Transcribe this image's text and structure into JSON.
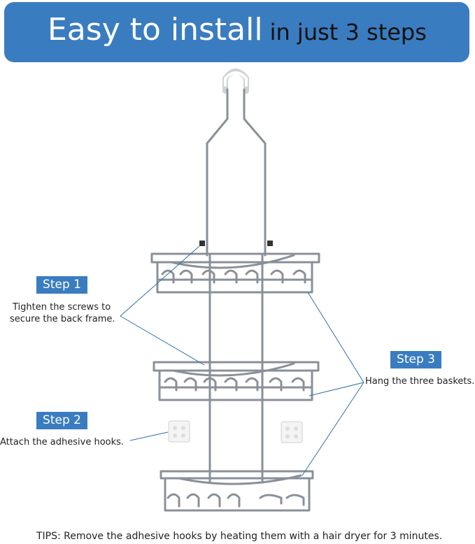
{
  "header": {
    "title_main": "Easy to install",
    "title_sub": "in just 3 steps",
    "bg_color": "#3a7cc0"
  },
  "steps": [
    {
      "badge": "Step 1",
      "text_line1": "Tighten the screws to",
      "text_line2": "secure the back frame."
    },
    {
      "badge": "Step 2",
      "text_line1": "Attach the adhesive hooks."
    },
    {
      "badge": "Step 3",
      "text_line1": "Hang the three baskets."
    }
  ],
  "tips": "TIPS: Remove the adhesive hooks by heating them with a hair dryer for 3 minutes.",
  "product": {
    "frame_color": "#8a9099"
  }
}
